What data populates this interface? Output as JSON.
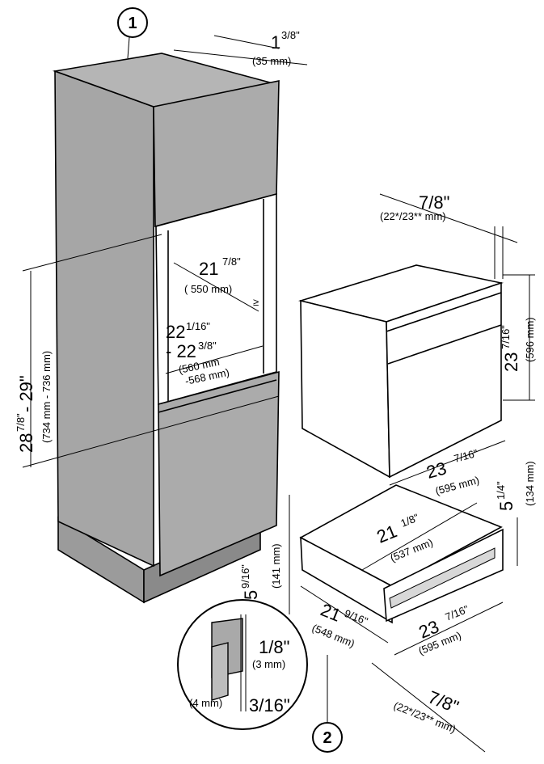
{
  "callouts": {
    "one": "1",
    "two": "2"
  },
  "dimensions": {
    "top_gap": {
      "whole": "1",
      "frac": "3/8\"",
      "mm": "(35 mm)"
    },
    "cabinet_height": {
      "whole": "28",
      "frac": "7/8\"",
      "sep": " - 29\"",
      "mm": "(734 mm - 736 mm)"
    },
    "niche_depth": {
      "whole": "21",
      "frac": "7/8\"",
      "mm": "( 550 mm)",
      "ge": "≥"
    },
    "niche_width": {
      "whole": "22",
      "frac": "1/16\"",
      "whole2": "- 22",
      "frac2": "3/8\"",
      "mm": "(560 mm",
      "mm2": "-568 mm)"
    },
    "front_offset": {
      "value": "7/8\"",
      "mm": "(22*/23** mm)"
    },
    "oven_height": {
      "whole": "23",
      "frac": "7/16\"",
      "mm": "(596 mm)"
    },
    "oven_width": {
      "whole": "23",
      "frac": "7/16\"",
      "mm": "(595 mm)"
    },
    "drawer_height": {
      "whole": "5",
      "frac": "1/4\"",
      "mm": "(134 mm)"
    },
    "drawer_depth": {
      "whole": "21",
      "frac": "1/8\"",
      "mm": "(537 mm)"
    },
    "drawer_front_height": {
      "whole": "5",
      "frac": "9/16\"",
      "mm": "(141 mm)"
    },
    "drawer_body_width": {
      "whole": "21",
      "frac": "9/16\"",
      "mm": "(548 mm)"
    },
    "drawer_front_width": {
      "whole": "23",
      "frac": "7/16\"",
      "mm": "(595 mm)"
    },
    "drawer_front_offset": {
      "value": "7/8\"",
      "mm": "(22*/23** mm)"
    },
    "gap_detail_top": {
      "value": "1/8\"",
      "mm": "(3 mm)"
    },
    "gap_detail_bottom": {
      "value": "3/16\"",
      "mm": "(4 mm)"
    }
  },
  "colors": {
    "panel": "#a9a9a9",
    "panel_dark": "#8f8f8f",
    "panel_light": "#bdbdbd",
    "line": "#000000"
  }
}
